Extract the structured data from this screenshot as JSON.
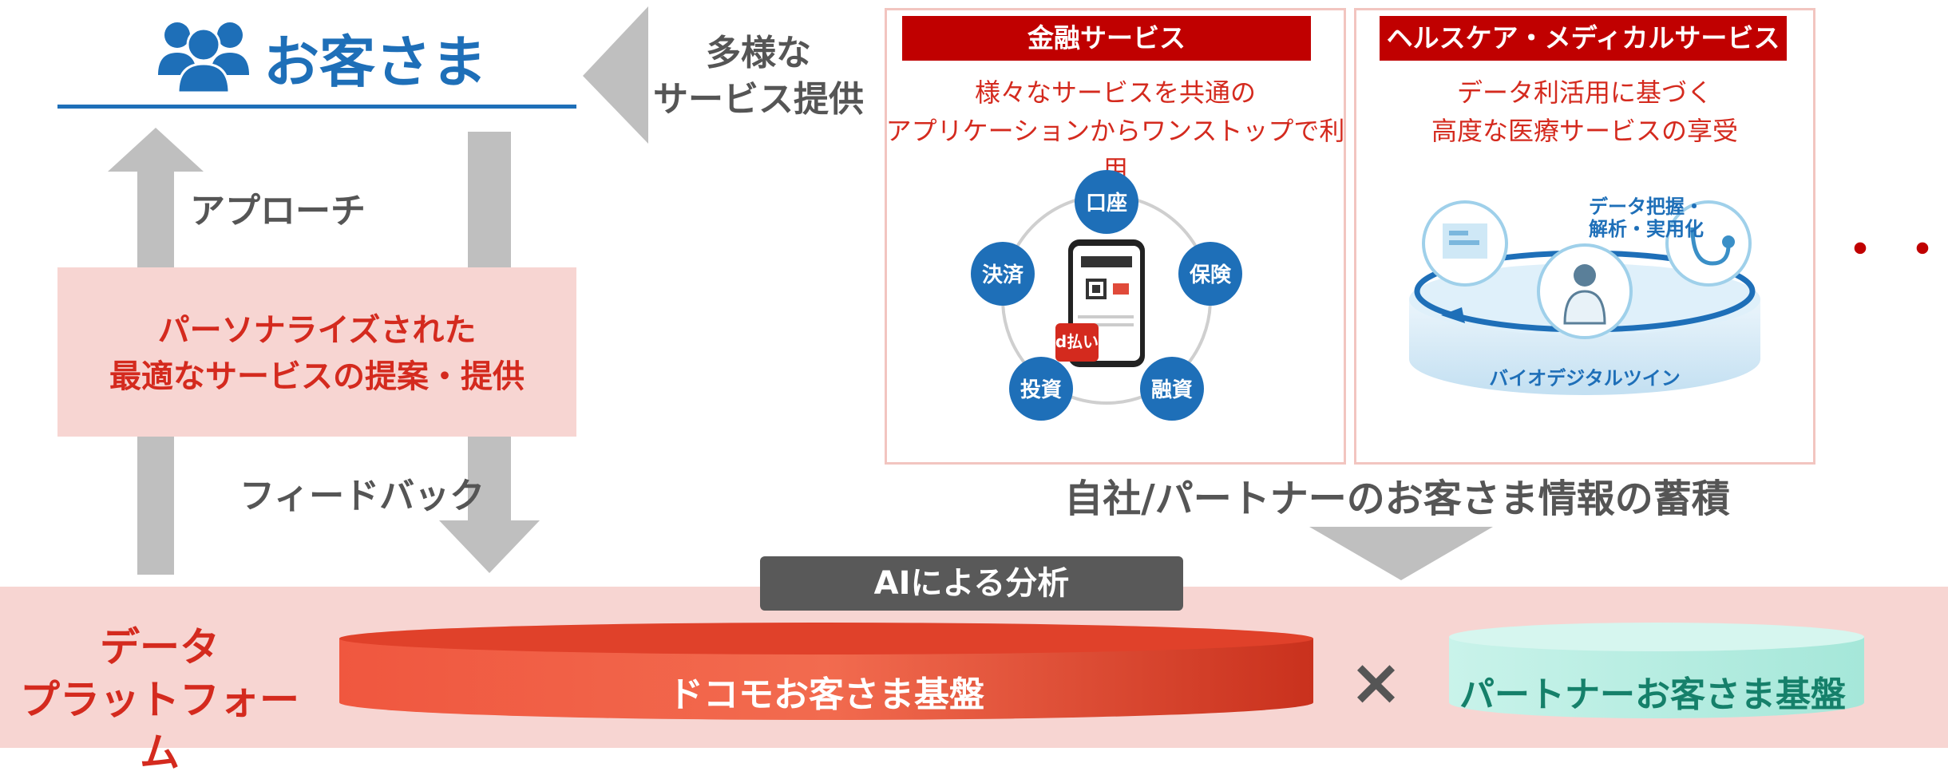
{
  "customer": {
    "title": "お客さま",
    "icon": "people-icon",
    "color": "#1e6fb8"
  },
  "service_arrow": {
    "line1": "多様な",
    "line2": "サービス提供"
  },
  "approach": "アプローチ",
  "feedback": "フィードバック",
  "personalized": {
    "line1": "パーソナライズされた",
    "line2": "最適なサービスの提案・提供"
  },
  "financial": {
    "label": "金融サービス",
    "desc_line1": "様々なサービスを共通の",
    "desc_line2": "アプリケーションからワンストップで利用",
    "services": [
      "口座",
      "保険",
      "融資",
      "投資",
      "決済"
    ],
    "app_badge": "d払い"
  },
  "healthcare": {
    "label": "ヘルスケア・メディカルサービス",
    "desc_line1": "データ利活用に基づく",
    "desc_line2": "高度な医療サービスの享受",
    "data_label_line1": "データ把握・",
    "data_label_line2": "解析・実用化",
    "twin_label": "バイオデジタルツイン"
  },
  "ellipsis": "・・・",
  "accumulation": "自社/パートナーのお客さま情報の蓄積",
  "platform": {
    "line1": "データ",
    "line2": "プラットフォーム"
  },
  "ai_analysis": "AIによる分析",
  "docomo_base": "ドコモお客さま基盤",
  "cross": "×",
  "partner_base": "パートナーお客さま基盤",
  "colors": {
    "red": "#c00000",
    "accent_red": "#d42a1e",
    "blue": "#1e6fb8",
    "pink": "#f7d5d2",
    "teal": "#15806a",
    "gray": "#bfbfbf"
  }
}
